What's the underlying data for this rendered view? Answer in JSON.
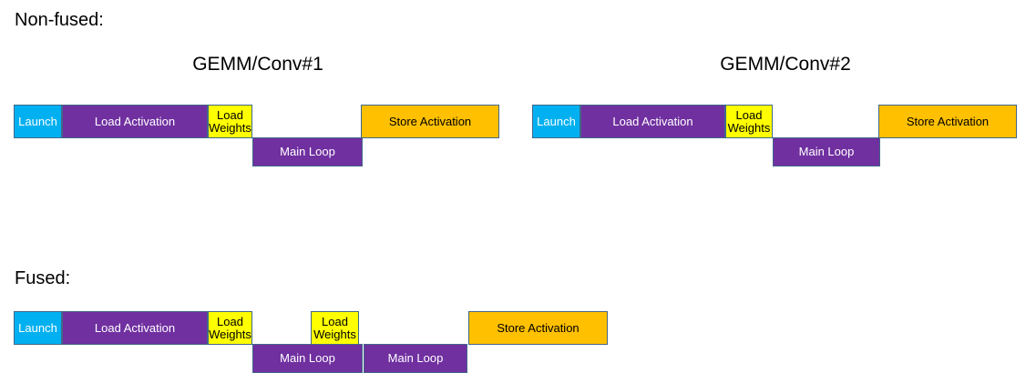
{
  "colors": {
    "launch": "#00B0F0",
    "compute": "#7030A0",
    "weights": "#FFFF00",
    "store": "#FFC000",
    "border": "#41678A",
    "background": "#FFFFFF",
    "text_on_dark": "#FFFFFF",
    "text_on_light": "#000000"
  },
  "sections": [
    {
      "label": "Non-fused:",
      "titles": [
        {
          "text": "GEMM/Conv#1"
        },
        {
          "text": "GEMM/Conv#2"
        }
      ],
      "bars": [
        {
          "label": "Launch",
          "kind": "launch"
        },
        {
          "label": "Load Activation",
          "kind": "compute"
        },
        {
          "label": "Load\nWeights",
          "kind": "weights"
        },
        {
          "label": "Main Loop",
          "kind": "compute"
        },
        {
          "label": "Store Activation",
          "kind": "store"
        },
        {
          "label": "Launch",
          "kind": "launch"
        },
        {
          "label": "Load Activation",
          "kind": "compute"
        },
        {
          "label": "Load\nWeights",
          "kind": "weights"
        },
        {
          "label": "Main Loop",
          "kind": "compute"
        },
        {
          "label": "Store Activation",
          "kind": "store"
        }
      ]
    },
    {
      "label": "Fused:",
      "titles": [],
      "bars": [
        {
          "label": "Launch",
          "kind": "launch"
        },
        {
          "label": "Load Activation",
          "kind": "compute"
        },
        {
          "label": "Load\nWeights",
          "kind": "weights"
        },
        {
          "label": "Load\nWeights",
          "kind": "weights"
        },
        {
          "label": "Main Loop",
          "kind": "compute"
        },
        {
          "label": "Main Loop",
          "kind": "compute"
        },
        {
          "label": "Store Activation",
          "kind": "store"
        }
      ]
    }
  ]
}
